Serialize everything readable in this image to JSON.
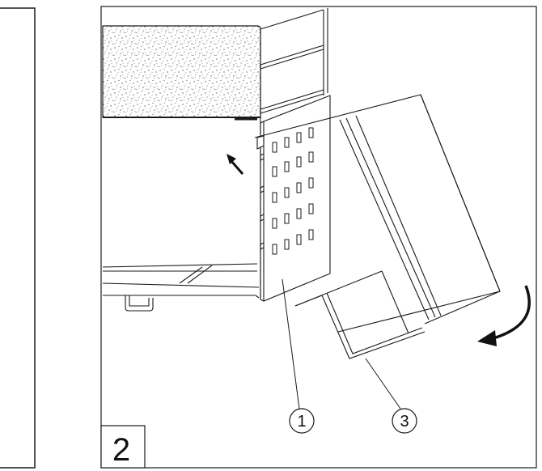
{
  "figure": {
    "step_number": "2",
    "callouts": [
      {
        "label": "1"
      },
      {
        "label": "3"
      }
    ],
    "colors": {
      "line": "#1a1a1a",
      "paper": "#ffffff",
      "fill_light": "#f4f4f4"
    },
    "icons": [
      "push-arrow-icon",
      "rotate-arrow-icon"
    ]
  }
}
